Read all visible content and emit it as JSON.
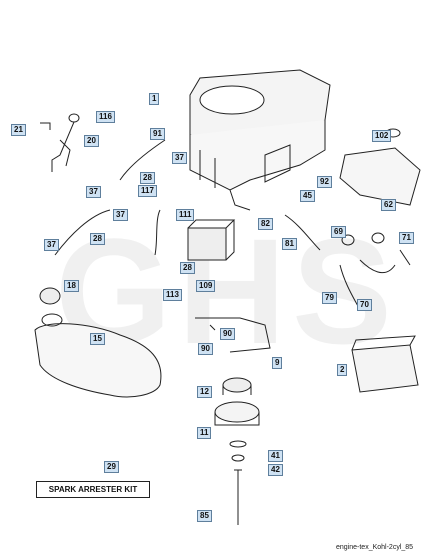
{
  "watermark": "GHS",
  "kit_label": "SPARK ARRESTER KIT",
  "diagram_id": "engine-tex_Kohl-2cyl_85",
  "callouts": [
    "1",
    "116",
    "21",
    "20",
    "91",
    "37",
    "102",
    "28",
    "117",
    "37",
    "92",
    "45",
    "62",
    "37",
    "111",
    "28",
    "82",
    "69",
    "71",
    "37",
    "81",
    "28",
    "18",
    "113",
    "109",
    "79",
    "70",
    "15",
    "90",
    "9",
    "90",
    "2",
    "12",
    "11",
    "41",
    "42",
    "29",
    "85"
  ]
}
